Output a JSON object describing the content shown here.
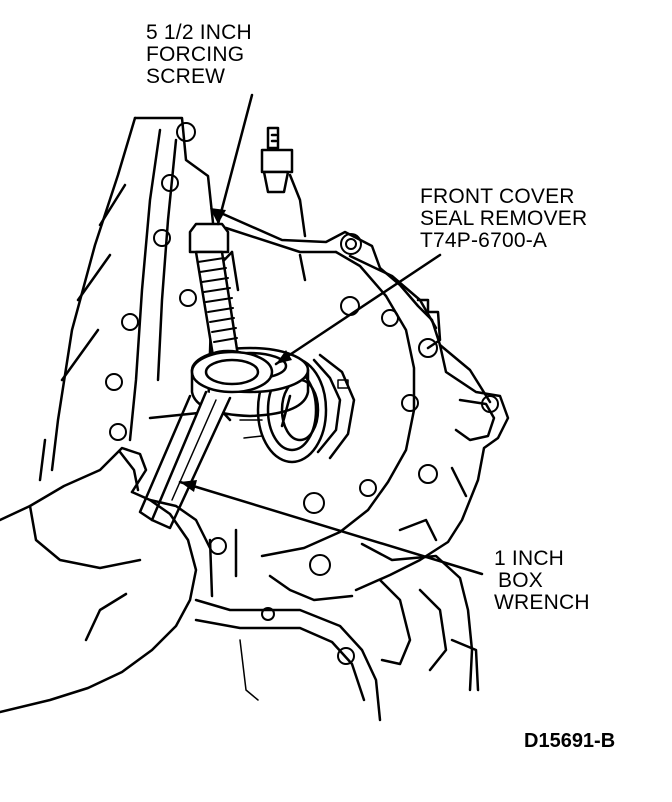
{
  "labels": {
    "forcing_screw": [
      "5 1/2 INCH",
      "FORCING",
      "SCREW"
    ],
    "seal_remover": [
      "FRONT COVER",
      "SEAL REMOVER",
      "T74P-6700-A"
    ],
    "box_wrench": [
      "1 INCH",
      "BOX",
      "WRENCH"
    ]
  },
  "figure_id": "D15691-B"
}
